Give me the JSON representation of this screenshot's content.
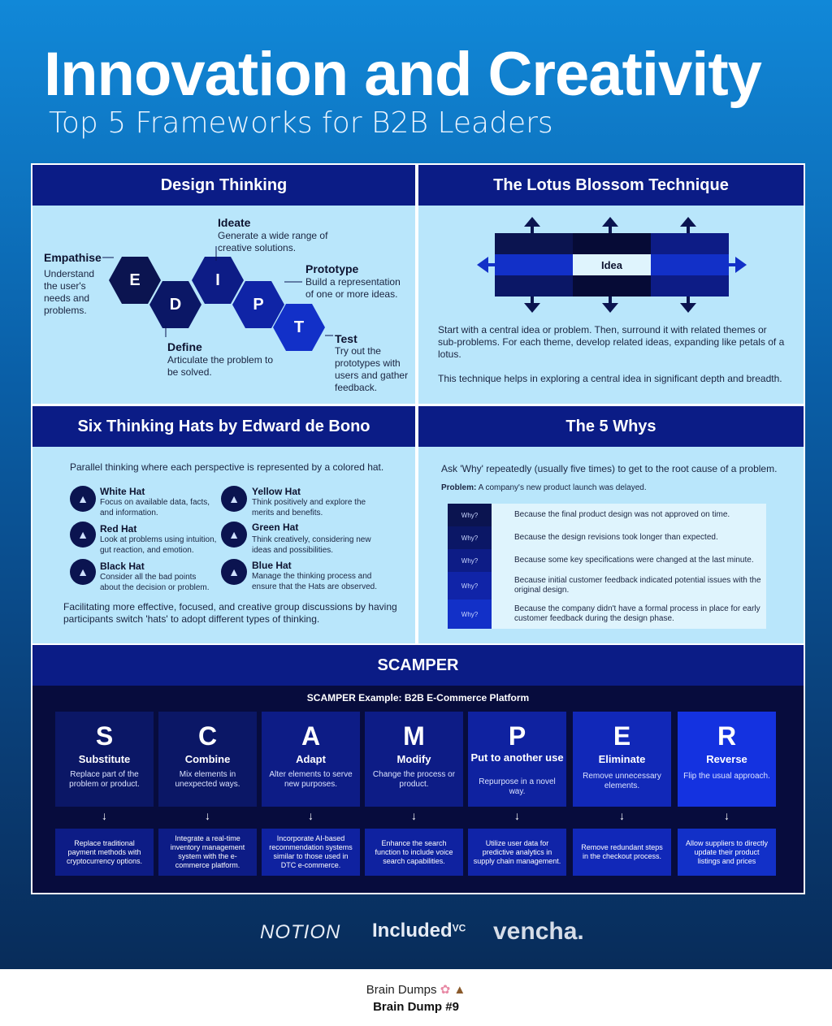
{
  "header": {
    "title": "Innovation and Creativity",
    "subtitle": "Top 5 Frameworks for B2B Leaders"
  },
  "design_thinking": {
    "title": "Design Thinking",
    "hexes": [
      "E",
      "D",
      "I",
      "P",
      "T"
    ],
    "empathise": {
      "label": "Empathise",
      "desc": "Understand the user's needs and problems."
    },
    "define": {
      "label": "Define",
      "desc": "Articulate the problem to be solved."
    },
    "ideate": {
      "label": "Ideate",
      "desc": "Generate a wide range of creative solutions."
    },
    "prototype": {
      "label": "Prototype",
      "desc": "Build a representation of one or more ideas."
    },
    "test": {
      "label": "Test",
      "desc": "Try out the prototypes with users and gather feedback."
    }
  },
  "lotus": {
    "title": "The Lotus Blossom Technique",
    "center": "Idea",
    "desc1": "Start with a central idea or problem. Then, surround it with related themes or sub-problems. For each theme, develop related ideas, expanding like petals of a lotus.",
    "desc2": "This technique helps in exploring a central idea in significant depth and breadth."
  },
  "hats": {
    "title": "Six Thinking Hats by Edward de Bono",
    "intro": "Parallel thinking where each perspective is represented by a colored hat.",
    "items": [
      {
        "name": "White Hat",
        "desc": "Focus on available data, facts, and information."
      },
      {
        "name": "Yellow Hat",
        "desc": "Think positively and explore the merits and benefits."
      },
      {
        "name": "Red Hat",
        "desc": "Look at problems using intuition, gut reaction, and emotion."
      },
      {
        "name": "Green Hat",
        "desc": "Think creatively, considering new ideas and possibilities."
      },
      {
        "name": "Black Hat",
        "desc": "Consider all the bad points about the decision or problem."
      },
      {
        "name": "Blue Hat",
        "desc": "Manage the thinking process and ensure that the Hats are observed."
      }
    ],
    "outro": "Facilitating more effective, focused, and creative group discussions by having participants switch 'hats' to adopt different types of thinking."
  },
  "whys": {
    "title": "The 5 Whys",
    "intro": "Ask 'Why' repeatedly (usually five times) to get to the root cause of a problem.",
    "problem_label": "Problem:",
    "problem": "A company's new product launch was delayed.",
    "tag": "Why?",
    "rows": [
      "Because the final product design was not approved on time.",
      "Because the design revisions took longer than expected.",
      "Because some key specifications were changed at the last minute.",
      "Because initial customer feedback indicated potential issues with the original design.",
      "Because the company didn't have a formal process in place for early customer feedback during the design phase."
    ]
  },
  "scamper": {
    "title": "SCAMPER",
    "subtitle": "SCAMPER Example: B2B E-Commerce Platform",
    "cards": [
      {
        "letter": "S",
        "name": "Substitute",
        "desc": "Replace part of the problem or product.",
        "example": "Replace traditional payment methods with cryptocurrency options."
      },
      {
        "letter": "C",
        "name": "Combine",
        "desc": "Mix elements in unexpected ways.",
        "example": "Integrate a real-time inventory management system with the e-commerce platform."
      },
      {
        "letter": "A",
        "name": "Adapt",
        "desc": "Alter elements to serve new purposes.",
        "example": "Incorporate AI-based recommendation systems similar to those used in DTC e-commerce."
      },
      {
        "letter": "M",
        "name": "Modify",
        "desc": "Change the process or product.",
        "example": "Enhance the search function to include voice search capabilities."
      },
      {
        "letter": "P",
        "name": "Put to another use",
        "desc": "Repurpose in a novel way.",
        "example": "Utilize user data for predictive analytics in supply chain management."
      },
      {
        "letter": "E",
        "name": "Eliminate",
        "desc": "Remove unnecessary elements.",
        "example": "Remove redundant steps in the checkout process."
      },
      {
        "letter": "R",
        "name": "Reverse",
        "desc": "Flip the usual approach.",
        "example": "Allow suppliers to directly update their product listings and prices"
      }
    ],
    "arrow": "↓"
  },
  "logos": {
    "notion": "NOTION",
    "included": "Included",
    "included_sup": "VC",
    "vencha": "vencha."
  },
  "footer": {
    "line1": "Brain Dumps",
    "line2": "Brain Dump #9"
  },
  "colors": {
    "navy": "#0b1c86",
    "panel": "#b9e6fb",
    "scamper_bg": "#070c3d"
  }
}
